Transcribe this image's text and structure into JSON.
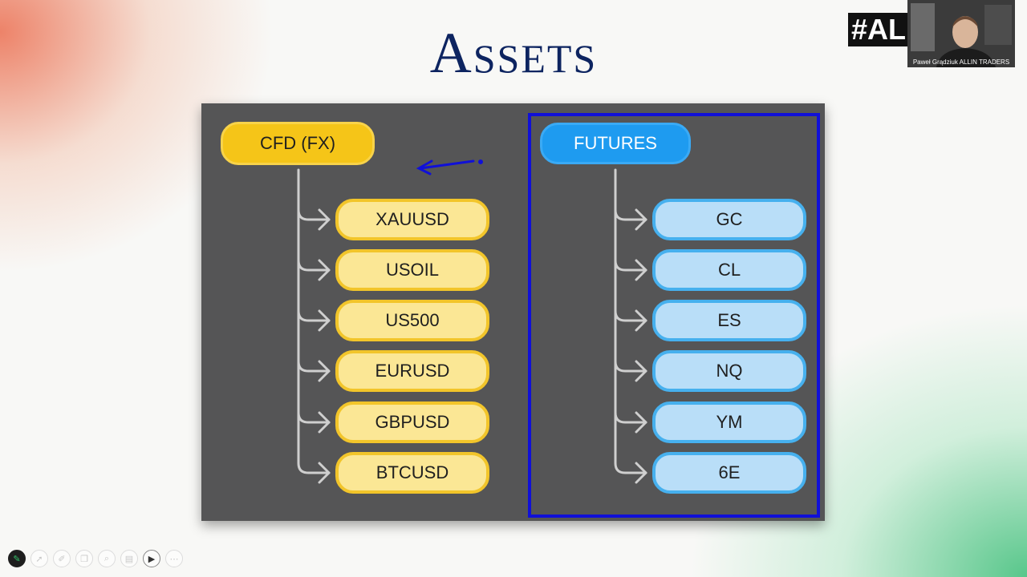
{
  "slide": {
    "title": "Assets",
    "left_group": {
      "header": "CFD (FX)",
      "items": [
        "XAUUSD",
        "USOIL",
        "US500",
        "EURUSD",
        "GBPUSD",
        "BTCUSD"
      ]
    },
    "right_group": {
      "header": "FUTURES",
      "items": [
        "GC",
        "CL",
        "ES",
        "NQ",
        "YM",
        "6E"
      ]
    }
  },
  "video": {
    "brand_tag": "#AL",
    "presenter_caption": "Paweł Grądziuk ALLIN TRADERS"
  },
  "colors": {
    "title": "#0d2460",
    "panel": "#555556",
    "cfd_header": "#f5c518",
    "cfd_item": "#fbe795",
    "futures_header": "#1e9bf0",
    "futures_item": "#b9def8",
    "annotation": "#1010d8"
  },
  "toolbar": {
    "icons": [
      "pen-icon",
      "pointer-icon",
      "highlighter-icon",
      "copy-icon",
      "search-icon",
      "subtitles-icon",
      "camera-icon",
      "more-icon"
    ]
  }
}
